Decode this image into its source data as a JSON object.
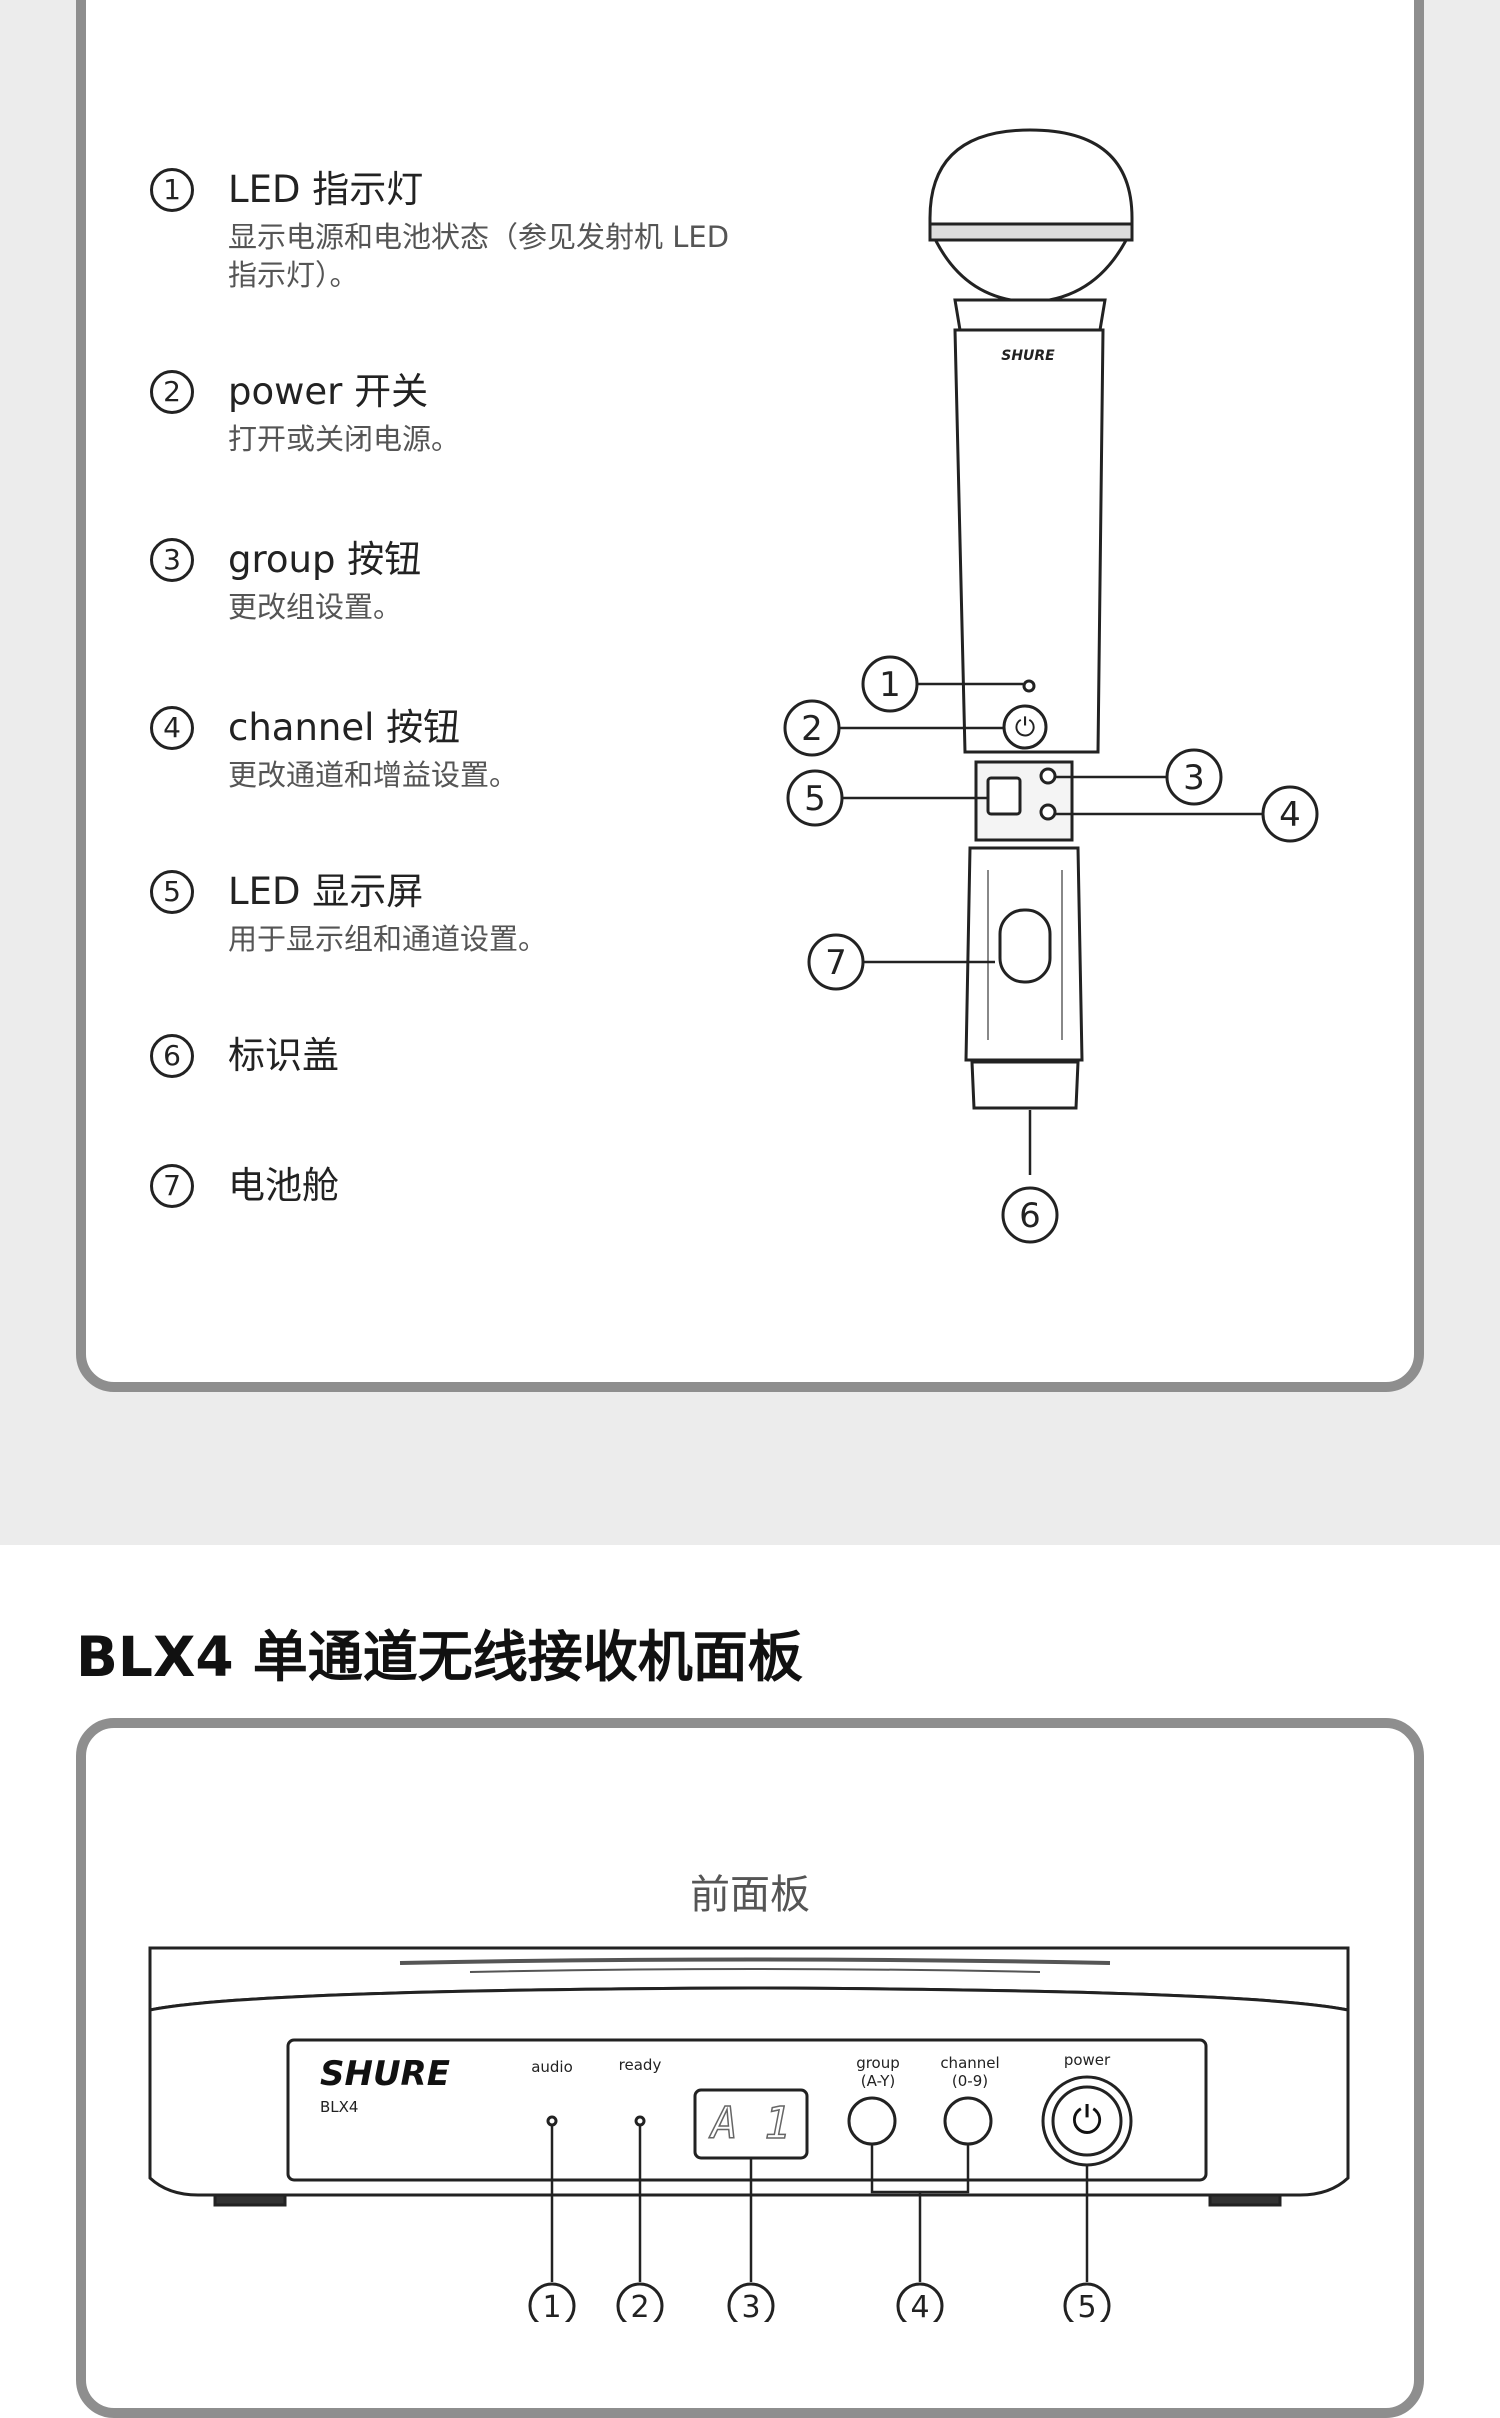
{
  "transmitter": {
    "items": [
      {
        "num": "1",
        "title": "LED 指示灯",
        "desc": "显示电源和电池状态（参见发射机 LED 指示灯）。"
      },
      {
        "num": "2",
        "title": "power 开关",
        "desc": "打开或关闭电源。"
      },
      {
        "num": "3",
        "title": "group 按钮",
        "desc": "更改组设置。"
      },
      {
        "num": "4",
        "title": "channel 按钮",
        "desc": "更改通道和增益设置。"
      },
      {
        "num": "5",
        "title": "LED 显示屏",
        "desc": "用于显示组和通道设置。"
      },
      {
        "num": "6",
        "title": "标识盖",
        "desc": ""
      },
      {
        "num": "7",
        "title": "电池舱",
        "desc": ""
      }
    ],
    "brand": "SHURE",
    "power_glyph": "⏻",
    "callouts": [
      "1",
      "2",
      "3",
      "4",
      "5",
      "6",
      "7"
    ]
  },
  "receiver": {
    "section_title": "BLX4 单通道无线接收机面板",
    "panel_label": "前面板",
    "brand": "SHURE",
    "model": "BLX4",
    "labels": {
      "audio": "audio",
      "ready": "ready",
      "group": "group",
      "group_range": "(A-Y)",
      "channel": "channel",
      "channel_range": "(0-9)",
      "power": "power"
    },
    "display_value": "A 1",
    "power_glyph": "⏻",
    "callouts": [
      "1",
      "2",
      "3",
      "4",
      "5"
    ]
  }
}
